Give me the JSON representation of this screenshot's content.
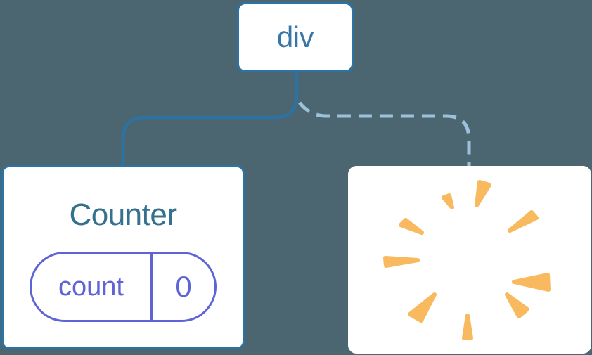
{
  "diagram": {
    "description": "component tree with preserved and removed children",
    "root_node": {
      "label": "div"
    },
    "left_child": {
      "title": "Counter",
      "state_pill": {
        "name": "count",
        "value": "0"
      },
      "connection_style": "solid"
    },
    "right_child": {
      "icon": "poof-icon",
      "connection_style": "dashed"
    }
  },
  "colors": {
    "canvas-bg": "#4B6671",
    "card-bg": "#FFFFFF",
    "line-blue": "#2C73A4",
    "dash-blue": "#9EC1DB",
    "node-text": "#3876A8",
    "title-teal": "#35708E",
    "state-purple": "#5E63D6",
    "poof-orange": "#F8B95F"
  }
}
